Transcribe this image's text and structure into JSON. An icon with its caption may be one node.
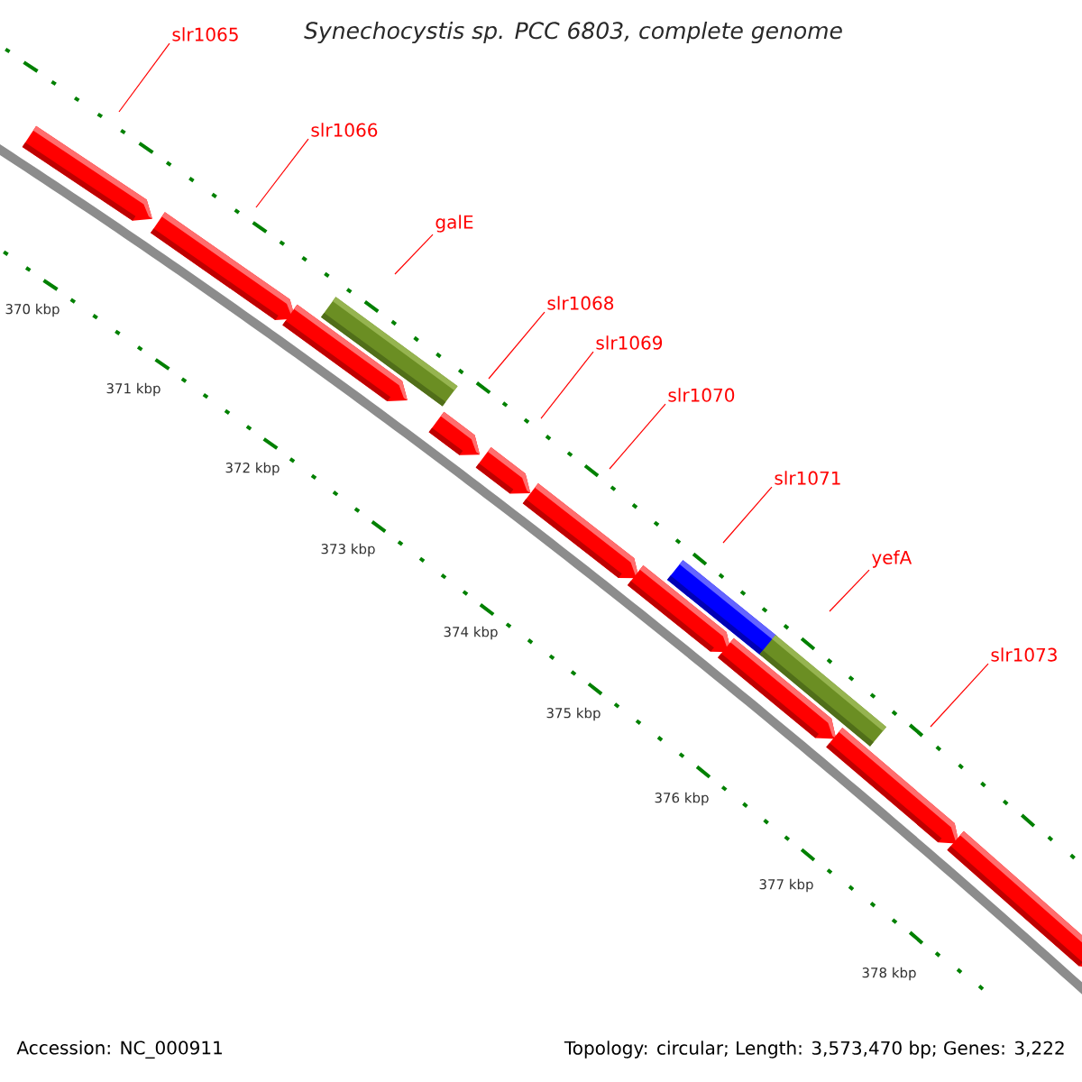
{
  "diagram": {
    "title": "Synechocystis sp. PCC 6803, complete genome",
    "nodes": [
      {
        "text": [
          "slr1065"
        ]
      },
      {
        "text": [
          "slr1066"
        ]
      },
      {
        "text": [
          "galE"
        ]
      },
      {
        "text": [
          "slr1068"
        ]
      },
      {
        "text": [
          "slr1069"
        ]
      },
      {
        "text": [
          "slr1070"
        ]
      },
      {
        "text": [
          "slr1071"
        ]
      },
      {
        "text": [
          "yefA"
        ]
      },
      {
        "text": [
          "slr1073"
        ]
      }
    ],
    "edges": [
      {
        "from": 0,
        "to": null,
        "arrow": "none"
      },
      {
        "from": 1,
        "to": null,
        "arrow": "none"
      },
      {
        "from": 2,
        "to": null,
        "arrow": "none"
      },
      {
        "from": 3,
        "to": null,
        "arrow": "none"
      },
      {
        "from": 4,
        "to": null,
        "arrow": "none"
      },
      {
        "from": 5,
        "to": null,
        "arrow": "none"
      },
      {
        "from": 6,
        "to": null,
        "arrow": "none"
      },
      {
        "from": 7,
        "to": null,
        "arrow": "none"
      },
      {
        "from": 8,
        "to": null,
        "arrow": "none"
      }
    ],
    "labels": [
      "370 kbp",
      "371 kbp",
      "372 kbp",
      "373 kbp",
      "374 kbp",
      "375 kbp",
      "376 kbp",
      "377 kbp",
      "378 kbp",
      "Accession: NC_000911",
      "Topology: circular; Length: 3,573,470 bp; Genes: 3,222"
    ]
  }
}
